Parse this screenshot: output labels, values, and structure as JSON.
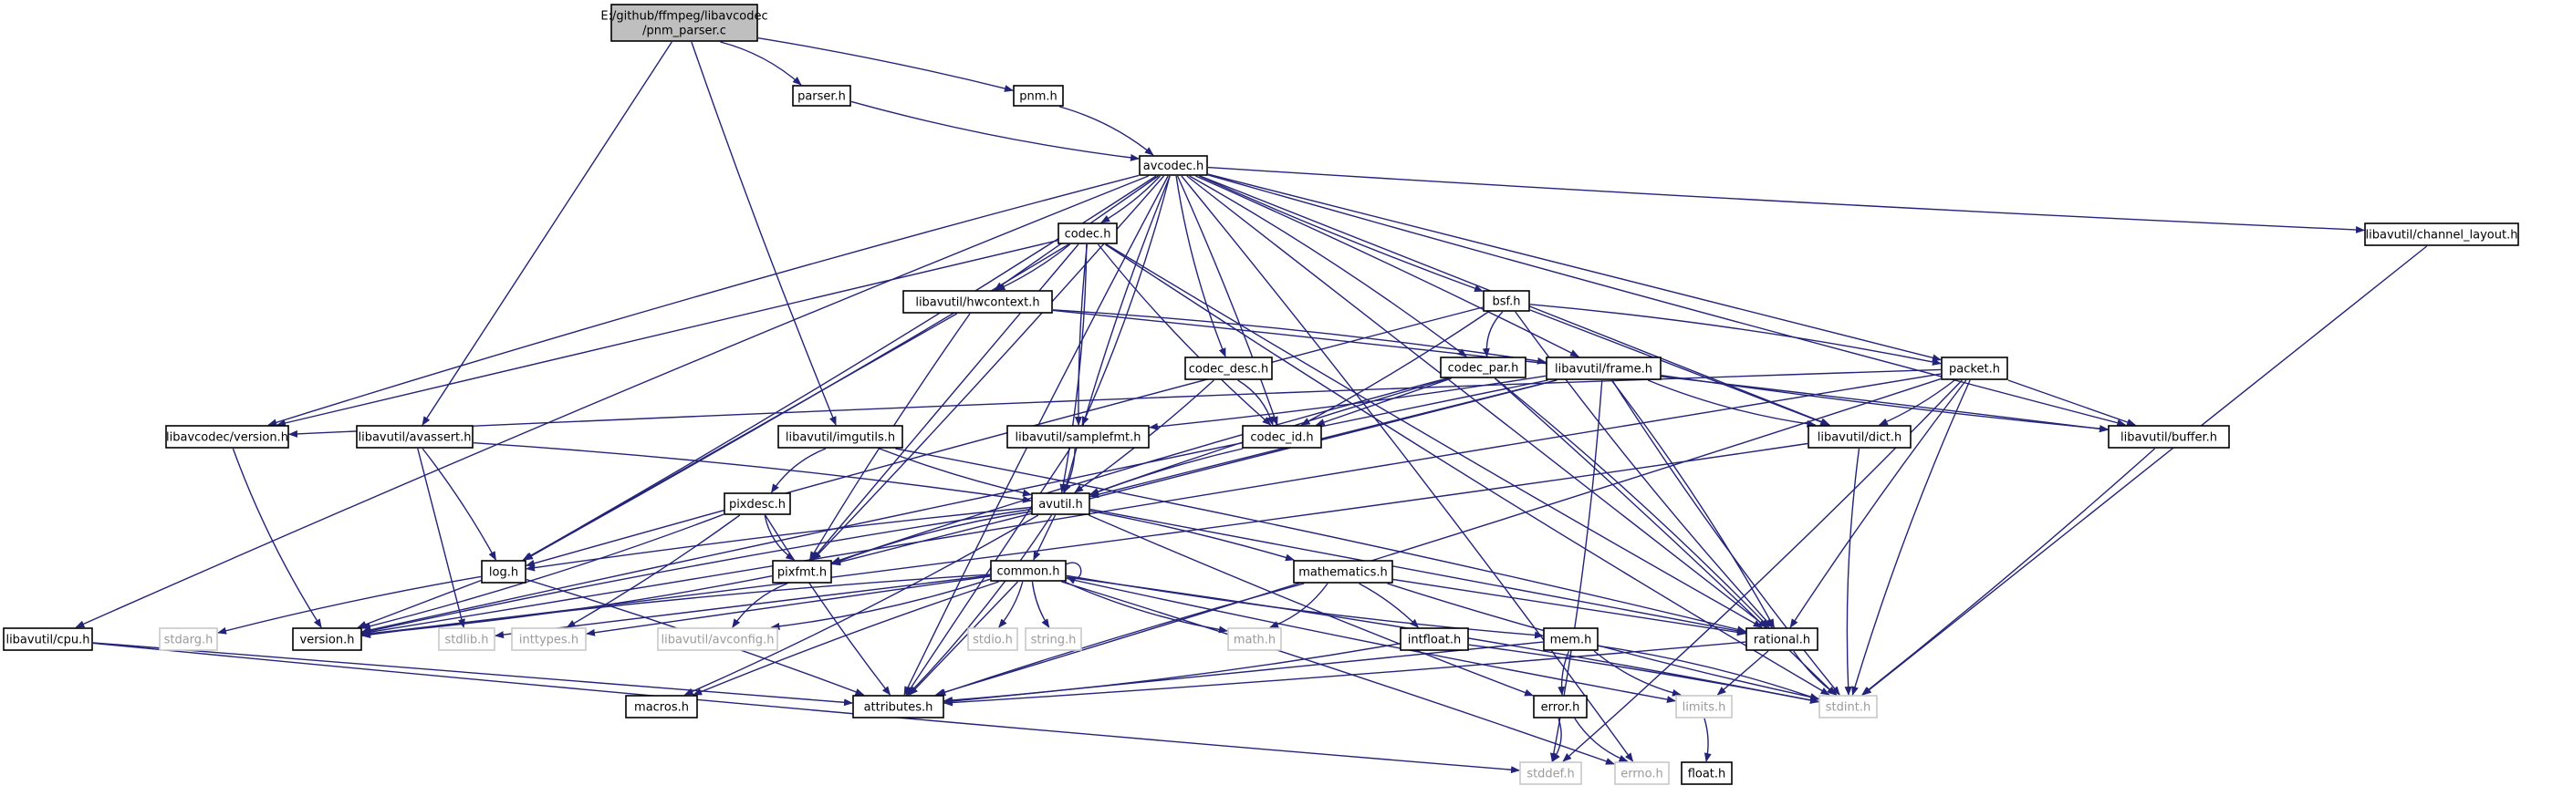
{
  "graph": {
    "colors": {
      "edge": "#23237a",
      "node_border": "#000000",
      "node_fill": "#ffffff",
      "root_fill": "#bfbfbf",
      "external_border": "#c8c8c8",
      "external_text": "#9a9a9a"
    },
    "nodes": [
      {
        "id": "root",
        "lines": [
          "E:/github/ffmpeg/libavcodec",
          "/pnm_parser.c"
        ],
        "kind": "root"
      },
      {
        "id": "parser",
        "lines": [
          "parser.h"
        ],
        "kind": "normal"
      },
      {
        "id": "pnm",
        "lines": [
          "pnm.h"
        ],
        "kind": "normal"
      },
      {
        "id": "avcodec",
        "lines": [
          "avcodec.h"
        ],
        "kind": "normal"
      },
      {
        "id": "chlayout",
        "lines": [
          "libavutil/channel_layout.h"
        ],
        "kind": "normal"
      },
      {
        "id": "codec",
        "lines": [
          "codec.h"
        ],
        "kind": "normal"
      },
      {
        "id": "hwcontext",
        "lines": [
          "libavutil/hwcontext.h"
        ],
        "kind": "normal"
      },
      {
        "id": "bsf",
        "lines": [
          "bsf.h"
        ],
        "kind": "normal"
      },
      {
        "id": "codecdesc",
        "lines": [
          "codec_desc.h"
        ],
        "kind": "normal"
      },
      {
        "id": "codecpar",
        "lines": [
          "codec_par.h"
        ],
        "kind": "normal"
      },
      {
        "id": "frame",
        "lines": [
          "libavutil/frame.h"
        ],
        "kind": "normal"
      },
      {
        "id": "packet",
        "lines": [
          "packet.h"
        ],
        "kind": "normal"
      },
      {
        "id": "lavcversion",
        "lines": [
          "libavcodec/version.h"
        ],
        "kind": "normal"
      },
      {
        "id": "avassert",
        "lines": [
          "libavutil/avassert.h"
        ],
        "kind": "normal"
      },
      {
        "id": "imgutils",
        "lines": [
          "libavutil/imgutils.h"
        ],
        "kind": "normal"
      },
      {
        "id": "samplefmt",
        "lines": [
          "libavutil/samplefmt.h"
        ],
        "kind": "normal"
      },
      {
        "id": "codecid",
        "lines": [
          "codec_id.h"
        ],
        "kind": "normal"
      },
      {
        "id": "dict",
        "lines": [
          "libavutil/dict.h"
        ],
        "kind": "normal"
      },
      {
        "id": "buffer",
        "lines": [
          "libavutil/buffer.h"
        ],
        "kind": "normal"
      },
      {
        "id": "pixdesc",
        "lines": [
          "pixdesc.h"
        ],
        "kind": "normal"
      },
      {
        "id": "avutil",
        "lines": [
          "avutil.h"
        ],
        "kind": "normal"
      },
      {
        "id": "log",
        "lines": [
          "log.h"
        ],
        "kind": "normal"
      },
      {
        "id": "pixfmt",
        "lines": [
          "pixfmt.h"
        ],
        "kind": "normal"
      },
      {
        "id": "common",
        "lines": [
          "common.h"
        ],
        "kind": "normal"
      },
      {
        "id": "mathematics",
        "lines": [
          "mathematics.h"
        ],
        "kind": "normal"
      },
      {
        "id": "cpu",
        "lines": [
          "libavutil/cpu.h"
        ],
        "kind": "normal"
      },
      {
        "id": "stdarg",
        "lines": [
          "stdarg.h"
        ],
        "kind": "external"
      },
      {
        "id": "version",
        "lines": [
          "version.h"
        ],
        "kind": "normal"
      },
      {
        "id": "stdlib",
        "lines": [
          "stdlib.h"
        ],
        "kind": "external"
      },
      {
        "id": "inttypes",
        "lines": [
          "inttypes.h"
        ],
        "kind": "external"
      },
      {
        "id": "avconfig",
        "lines": [
          "libavutil/avconfig.h"
        ],
        "kind": "external"
      },
      {
        "id": "stdio",
        "lines": [
          "stdio.h"
        ],
        "kind": "external"
      },
      {
        "id": "string",
        "lines": [
          "string.h"
        ],
        "kind": "external"
      },
      {
        "id": "math",
        "lines": [
          "math.h"
        ],
        "kind": "external"
      },
      {
        "id": "intfloat",
        "lines": [
          "intfloat.h"
        ],
        "kind": "normal"
      },
      {
        "id": "mem",
        "lines": [
          "mem.h"
        ],
        "kind": "normal"
      },
      {
        "id": "rational",
        "lines": [
          "rational.h"
        ],
        "kind": "normal"
      },
      {
        "id": "macros",
        "lines": [
          "macros.h"
        ],
        "kind": "normal"
      },
      {
        "id": "attributes",
        "lines": [
          "attributes.h"
        ],
        "kind": "normal"
      },
      {
        "id": "error",
        "lines": [
          "error.h"
        ],
        "kind": "normal"
      },
      {
        "id": "limits",
        "lines": [
          "limits.h"
        ],
        "kind": "external"
      },
      {
        "id": "stdint",
        "lines": [
          "stdint.h"
        ],
        "kind": "external"
      },
      {
        "id": "stddef",
        "lines": [
          "stddef.h"
        ],
        "kind": "external"
      },
      {
        "id": "errno",
        "lines": [
          "errno.h"
        ],
        "kind": "external"
      },
      {
        "id": "float",
        "lines": [
          "float.h"
        ],
        "kind": "normal"
      }
    ],
    "edges": [
      [
        "root",
        "parser"
      ],
      [
        "root",
        "pnm"
      ],
      [
        "root",
        "avassert"
      ],
      [
        "root",
        "imgutils"
      ],
      [
        "parser",
        "avcodec"
      ],
      [
        "pnm",
        "avcodec"
      ],
      [
        "avcodec",
        "codec"
      ],
      [
        "avcodec",
        "hwcontext"
      ],
      [
        "avcodec",
        "bsf"
      ],
      [
        "avcodec",
        "codecdesc"
      ],
      [
        "avcodec",
        "codecpar"
      ],
      [
        "avcodec",
        "frame"
      ],
      [
        "avcodec",
        "packet"
      ],
      [
        "avcodec",
        "chlayout"
      ],
      [
        "avcodec",
        "lavcversion"
      ],
      [
        "avcodec",
        "samplefmt"
      ],
      [
        "avcodec",
        "codecid"
      ],
      [
        "avcodec",
        "dict"
      ],
      [
        "avcodec",
        "buffer"
      ],
      [
        "avcodec",
        "avutil"
      ],
      [
        "avcodec",
        "log"
      ],
      [
        "avcodec",
        "pixfmt"
      ],
      [
        "avcodec",
        "rational"
      ],
      [
        "avcodec",
        "attributes"
      ],
      [
        "avcodec",
        "cpu"
      ],
      [
        "avcodec",
        "errno"
      ],
      [
        "codec",
        "hwcontext"
      ],
      [
        "codec",
        "lavcversion"
      ],
      [
        "codec",
        "samplefmt"
      ],
      [
        "codec",
        "codecid"
      ],
      [
        "codec",
        "avutil"
      ],
      [
        "codec",
        "log"
      ],
      [
        "codec",
        "pixfmt"
      ],
      [
        "codec",
        "rational"
      ],
      [
        "codec",
        "stdint"
      ],
      [
        "hwcontext",
        "frame"
      ],
      [
        "hwcontext",
        "buffer"
      ],
      [
        "hwcontext",
        "log"
      ],
      [
        "hwcontext",
        "pixfmt"
      ],
      [
        "bsf",
        "codecpar"
      ],
      [
        "bsf",
        "packet"
      ],
      [
        "bsf",
        "codecid"
      ],
      [
        "bsf",
        "dict"
      ],
      [
        "bsf",
        "log"
      ],
      [
        "bsf",
        "rational"
      ],
      [
        "codecdesc",
        "codecid"
      ],
      [
        "codecdesc",
        "avutil"
      ],
      [
        "codecpar",
        "codecid"
      ],
      [
        "codecpar",
        "avutil"
      ],
      [
        "codecpar",
        "pixfmt"
      ],
      [
        "codecpar",
        "rational"
      ],
      [
        "codecpar",
        "stdint"
      ],
      [
        "frame",
        "avutil"
      ],
      [
        "frame",
        "buffer"
      ],
      [
        "frame",
        "dict"
      ],
      [
        "frame",
        "rational"
      ],
      [
        "frame",
        "samplefmt"
      ],
      [
        "frame",
        "pixfmt"
      ],
      [
        "frame",
        "version"
      ],
      [
        "frame",
        "stdint"
      ],
      [
        "frame",
        "stddef"
      ],
      [
        "packet",
        "dict"
      ],
      [
        "packet",
        "buffer"
      ],
      [
        "packet",
        "rational"
      ],
      [
        "packet",
        "stdint"
      ],
      [
        "packet",
        "stddef"
      ],
      [
        "packet",
        "attributes"
      ],
      [
        "packet",
        "version"
      ],
      [
        "packet",
        "lavcversion"
      ],
      [
        "lavcversion",
        "version"
      ],
      [
        "avassert",
        "avutil"
      ],
      [
        "avassert",
        "log"
      ],
      [
        "avassert",
        "stdlib"
      ],
      [
        "imgutils",
        "avutil"
      ],
      [
        "imgutils",
        "pixdesc"
      ],
      [
        "imgutils",
        "rational"
      ],
      [
        "samplefmt",
        "avutil"
      ],
      [
        "samplefmt",
        "attributes"
      ],
      [
        "codecid",
        "avutil"
      ],
      [
        "dict",
        "stdint"
      ],
      [
        "dict",
        "version"
      ],
      [
        "buffer",
        "stdint"
      ],
      [
        "chlayout",
        "stdint"
      ],
      [
        "pixdesc",
        "attributes"
      ],
      [
        "pixdesc",
        "pixfmt"
      ],
      [
        "pixdesc",
        "version"
      ],
      [
        "pixdesc",
        "inttypes"
      ],
      [
        "avutil",
        "common"
      ],
      [
        "avutil",
        "error"
      ],
      [
        "avutil",
        "version"
      ],
      [
        "avutil",
        "macros"
      ],
      [
        "avutil",
        "mathematics"
      ],
      [
        "avutil",
        "rational"
      ],
      [
        "avutil",
        "log"
      ],
      [
        "avutil",
        "pixfmt"
      ],
      [
        "avutil",
        "attributes"
      ],
      [
        "log",
        "attributes"
      ],
      [
        "log",
        "version"
      ],
      [
        "log",
        "stdarg"
      ],
      [
        "pixfmt",
        "avconfig"
      ],
      [
        "pixfmt",
        "version"
      ],
      [
        "common",
        "common"
      ],
      [
        "common",
        "attributes"
      ],
      [
        "common",
        "macros"
      ],
      [
        "common",
        "version"
      ],
      [
        "common",
        "avconfig"
      ],
      [
        "common",
        "errno"
      ],
      [
        "common",
        "inttypes"
      ],
      [
        "common",
        "limits"
      ],
      [
        "common",
        "math"
      ],
      [
        "common",
        "stdint"
      ],
      [
        "common",
        "stdio"
      ],
      [
        "common",
        "stdlib"
      ],
      [
        "common",
        "string"
      ],
      [
        "common",
        "mem"
      ],
      [
        "mathematics",
        "math"
      ],
      [
        "mathematics",
        "intfloat"
      ],
      [
        "mathematics",
        "rational"
      ],
      [
        "mathematics",
        "attributes"
      ],
      [
        "mathematics",
        "stdint"
      ],
      [
        "intfloat",
        "attributes"
      ],
      [
        "intfloat",
        "stdint"
      ],
      [
        "mem",
        "attributes"
      ],
      [
        "mem",
        "error"
      ],
      [
        "mem",
        "limits"
      ],
      [
        "mem",
        "stdint"
      ],
      [
        "rational",
        "attributes"
      ],
      [
        "rational",
        "limits"
      ],
      [
        "rational",
        "stdint"
      ],
      [
        "error",
        "errno"
      ],
      [
        "error",
        "stddef"
      ],
      [
        "limits",
        "float"
      ],
      [
        "cpu",
        "attributes"
      ],
      [
        "cpu",
        "stddef"
      ]
    ]
  }
}
